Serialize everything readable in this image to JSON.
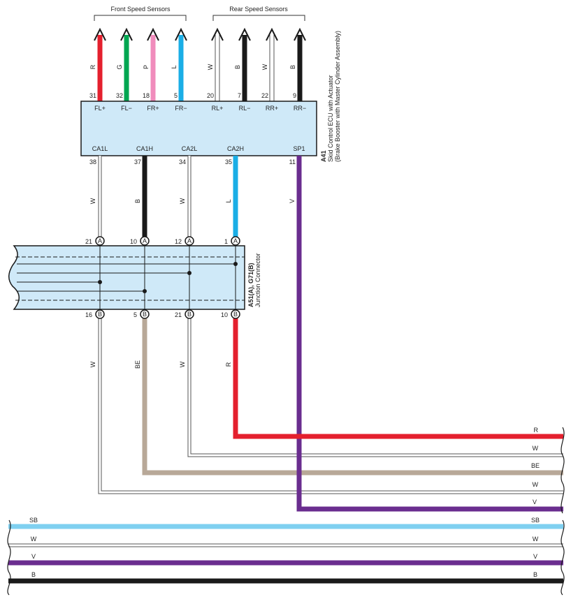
{
  "colors": {
    "red": "#e4202e",
    "green": "#00a651",
    "pink": "#f08cbc",
    "lightblue": "#1aaee6",
    "skyblue": "#7fd0f0",
    "black": "#1a1a1a",
    "beige": "#b8a898",
    "violet": "#6a2d8f",
    "white_wire": "#ffffff",
    "box_fill": "#cfe9f8"
  },
  "groups": {
    "front": "Front Speed Sensors",
    "rear": "Rear Speed Sensors"
  },
  "ecu": {
    "code": "A41",
    "name": "Skid Control ECU with Actuator",
    "sub": "(Brake Booster with Master Cylinder Assembly)",
    "top_pins": [
      {
        "pin": "31",
        "name": "FL+",
        "color_code": "R"
      },
      {
        "pin": "32",
        "name": "FL−",
        "color_code": "G"
      },
      {
        "pin": "18",
        "name": "FR+",
        "color_code": "P"
      },
      {
        "pin": "5",
        "name": "FR−",
        "color_code": "L"
      },
      {
        "pin": "20",
        "name": "RL+",
        "color_code": "W"
      },
      {
        "pin": "7",
        "name": "RL−",
        "color_code": "B"
      },
      {
        "pin": "22",
        "name": "RR+",
        "color_code": "W"
      },
      {
        "pin": "9",
        "name": "RR−",
        "color_code": "B"
      }
    ],
    "bottom_pins": [
      {
        "pin": "38",
        "name": "CA1L",
        "color_code": "W"
      },
      {
        "pin": "37",
        "name": "CA1H",
        "color_code": "B"
      },
      {
        "pin": "34",
        "name": "CA2L",
        "color_code": "W"
      },
      {
        "pin": "35",
        "name": "CA2H",
        "color_code": "L"
      },
      {
        "pin": "11",
        "name": "SP1",
        "color_code": "V"
      }
    ]
  },
  "junction": {
    "code": "A51(A), G71(B)",
    "name": "Junction Connector",
    "top_pins": [
      {
        "pin": "21",
        "conn": "A"
      },
      {
        "pin": "10",
        "conn": "A"
      },
      {
        "pin": "12",
        "conn": "A"
      },
      {
        "pin": "1",
        "conn": "A"
      }
    ],
    "bottom_pins": [
      {
        "pin": "16",
        "conn": "B",
        "color_code": "W"
      },
      {
        "pin": "5",
        "conn": "B",
        "color_code": "BE"
      },
      {
        "pin": "21",
        "conn": "B",
        "color_code": "W"
      },
      {
        "pin": "10",
        "conn": "B",
        "color_code": "R"
      }
    ]
  },
  "harness": {
    "right_labels": [
      "R",
      "W",
      "BE",
      "W",
      "V"
    ],
    "bus": [
      {
        "left": "SB",
        "right": "SB"
      },
      {
        "left": "W",
        "right": "W"
      },
      {
        "left": "V",
        "right": "V"
      },
      {
        "left": "B",
        "right": "B"
      }
    ]
  }
}
